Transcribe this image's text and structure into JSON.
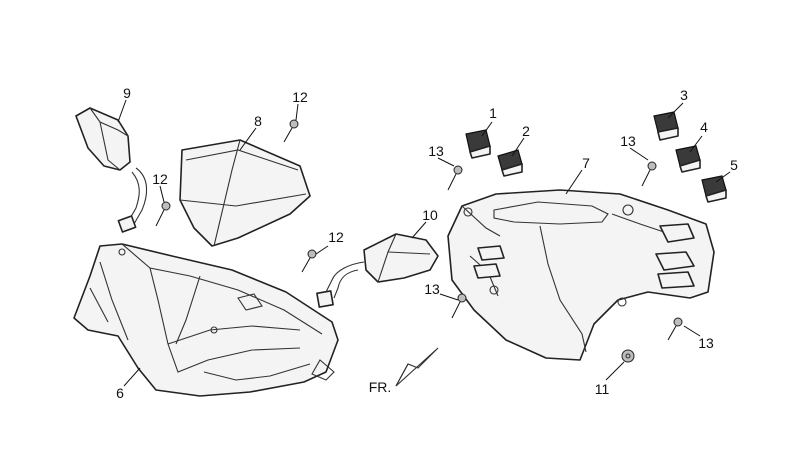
{
  "callouts": [
    "1",
    "2",
    "3",
    "4",
    "5",
    "6",
    "7",
    "8",
    "9",
    "10",
    "11",
    "12",
    "12",
    "12",
    "13",
    "13",
    "13",
    "13"
  ],
  "front_marker": "FR."
}
